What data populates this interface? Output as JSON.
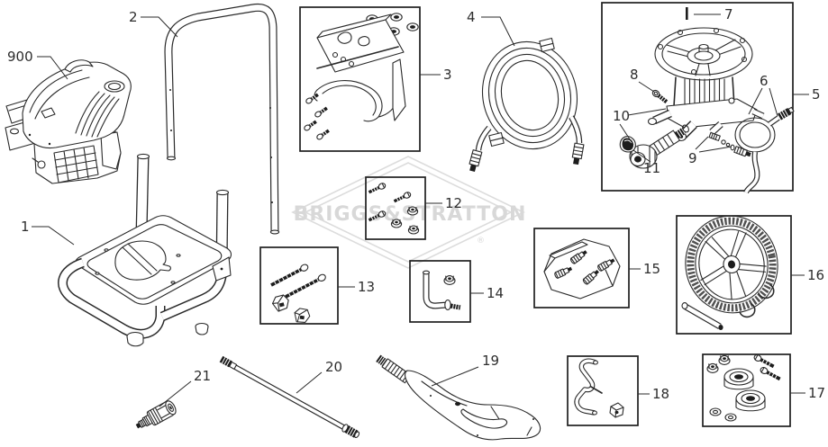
{
  "watermark": {
    "brand": "BRIGGS&STRATTON",
    "registered": "®"
  },
  "labels": {
    "p900": "900",
    "p1": "1",
    "p2": "2",
    "p3": "3",
    "p4": "4",
    "p5": "5",
    "p6": "6",
    "p7": "7",
    "p8": "8",
    "p9": "9",
    "p10": "10",
    "p11": "11",
    "p12": "12",
    "p13": "13",
    "p14": "14",
    "p15": "15",
    "p16": "16",
    "p17": "17",
    "p18": "18",
    "p19": "19",
    "p20": "20",
    "p21": "21"
  }
}
